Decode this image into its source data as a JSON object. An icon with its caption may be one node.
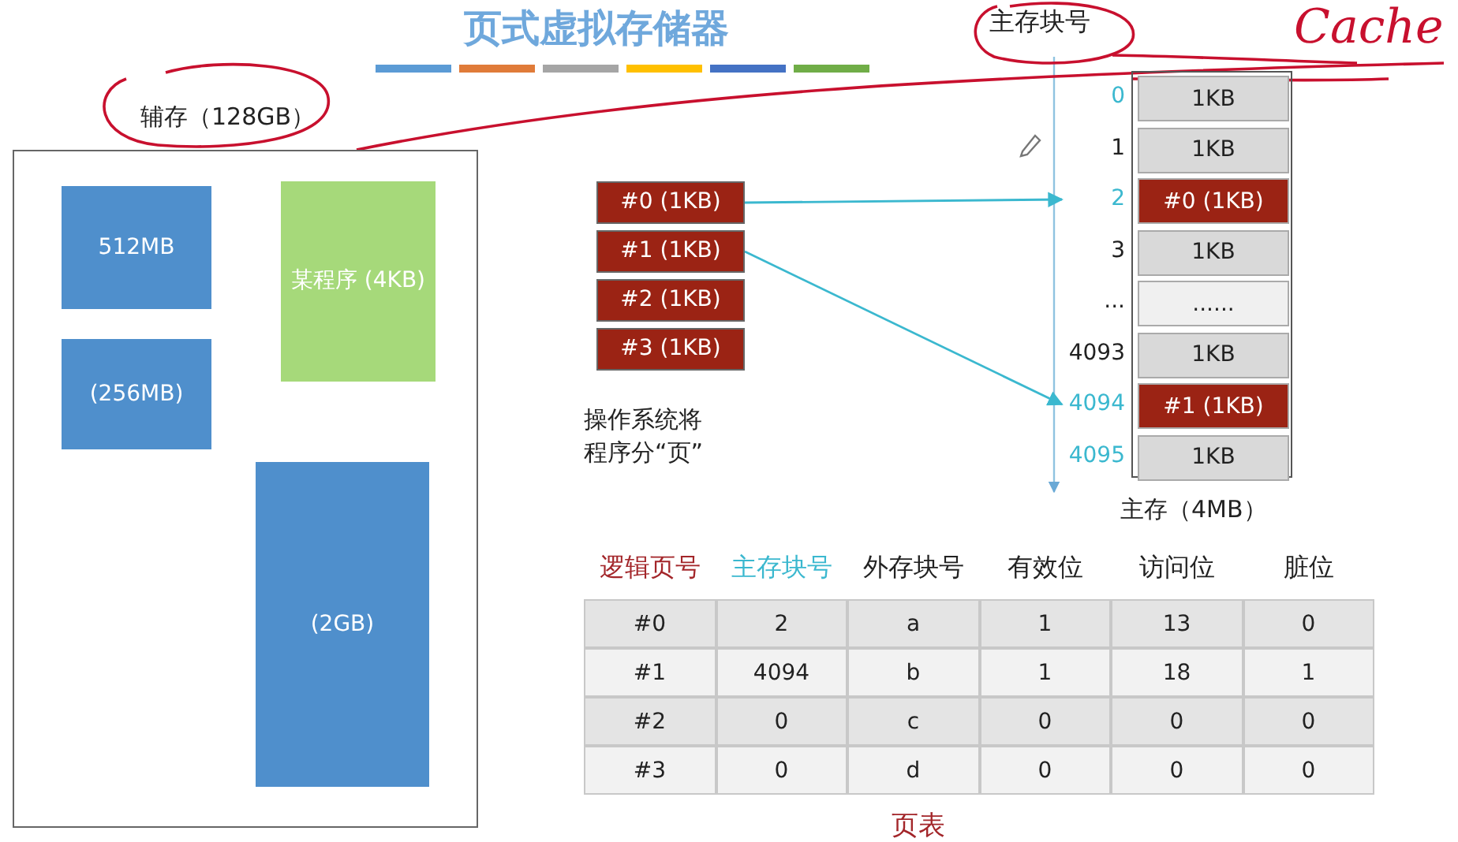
{
  "diagram": {
    "title": "页式虚拟存储器",
    "nodes": [
      {
        "text": [
          "辅存（128GB）"
        ]
      },
      {
        "text": [
          "512MB"
        ],
        "in": 0
      },
      {
        "text": [
          "某程序 (4KB)"
        ],
        "in": 0
      },
      {
        "text": [
          "(256MB)"
        ],
        "in": 0
      },
      {
        "text": [
          "(2GB)"
        ],
        "in": 0
      },
      {
        "text": [
          "#0 (1KB)"
        ]
      },
      {
        "text": [
          "#1 (1KB)"
        ]
      },
      {
        "text": [
          "#2 (1KB)"
        ]
      },
      {
        "text": [
          "#3 (1KB)"
        ]
      },
      {
        "text": [
          "主存（4MB）"
        ]
      },
      {
        "text": [
          "1KB"
        ],
        "beside": [
          "0"
        ],
        "in": 9
      },
      {
        "text": [
          "1KB"
        ],
        "beside": [
          "1"
        ],
        "in": 9
      },
      {
        "text": [
          "#0 (1KB)"
        ],
        "beside": [
          "2"
        ],
        "in": 9
      },
      {
        "text": [
          "1KB"
        ],
        "beside": [
          "3"
        ],
        "in": 9
      },
      {
        "text": [
          "......"
        ],
        "beside": [
          "..."
        ],
        "in": 9
      },
      {
        "text": [
          "1KB"
        ],
        "beside": [
          "4093"
        ],
        "in": 9
      },
      {
        "text": [
          "#1 (1KB)"
        ],
        "beside": [
          "4094"
        ],
        "in": 9
      },
      {
        "text": [
          "1KB"
        ],
        "beside": [
          "4095"
        ],
        "in": 9
      }
    ],
    "edges": [
      {
        "from": 5,
        "to": 12,
        "arrow": "to"
      },
      {
        "from": 6,
        "to": 16,
        "arrow": "to"
      }
    ],
    "labels": [
      "主存块号",
      "Cache",
      "操作系统将程序分“页”",
      "逻辑页号",
      "主存块号",
      "外存块号",
      "有效位",
      "访问位",
      "脏位",
      "#0",
      "2",
      "a",
      "1",
      "13",
      "0",
      "#1",
      "4094",
      "b",
      "1",
      "18",
      "1",
      "#2",
      "0",
      "c",
      "0",
      "0",
      "0",
      "#3",
      "0",
      "d",
      "0",
      "0",
      "0",
      "页表"
    ]
  }
}
